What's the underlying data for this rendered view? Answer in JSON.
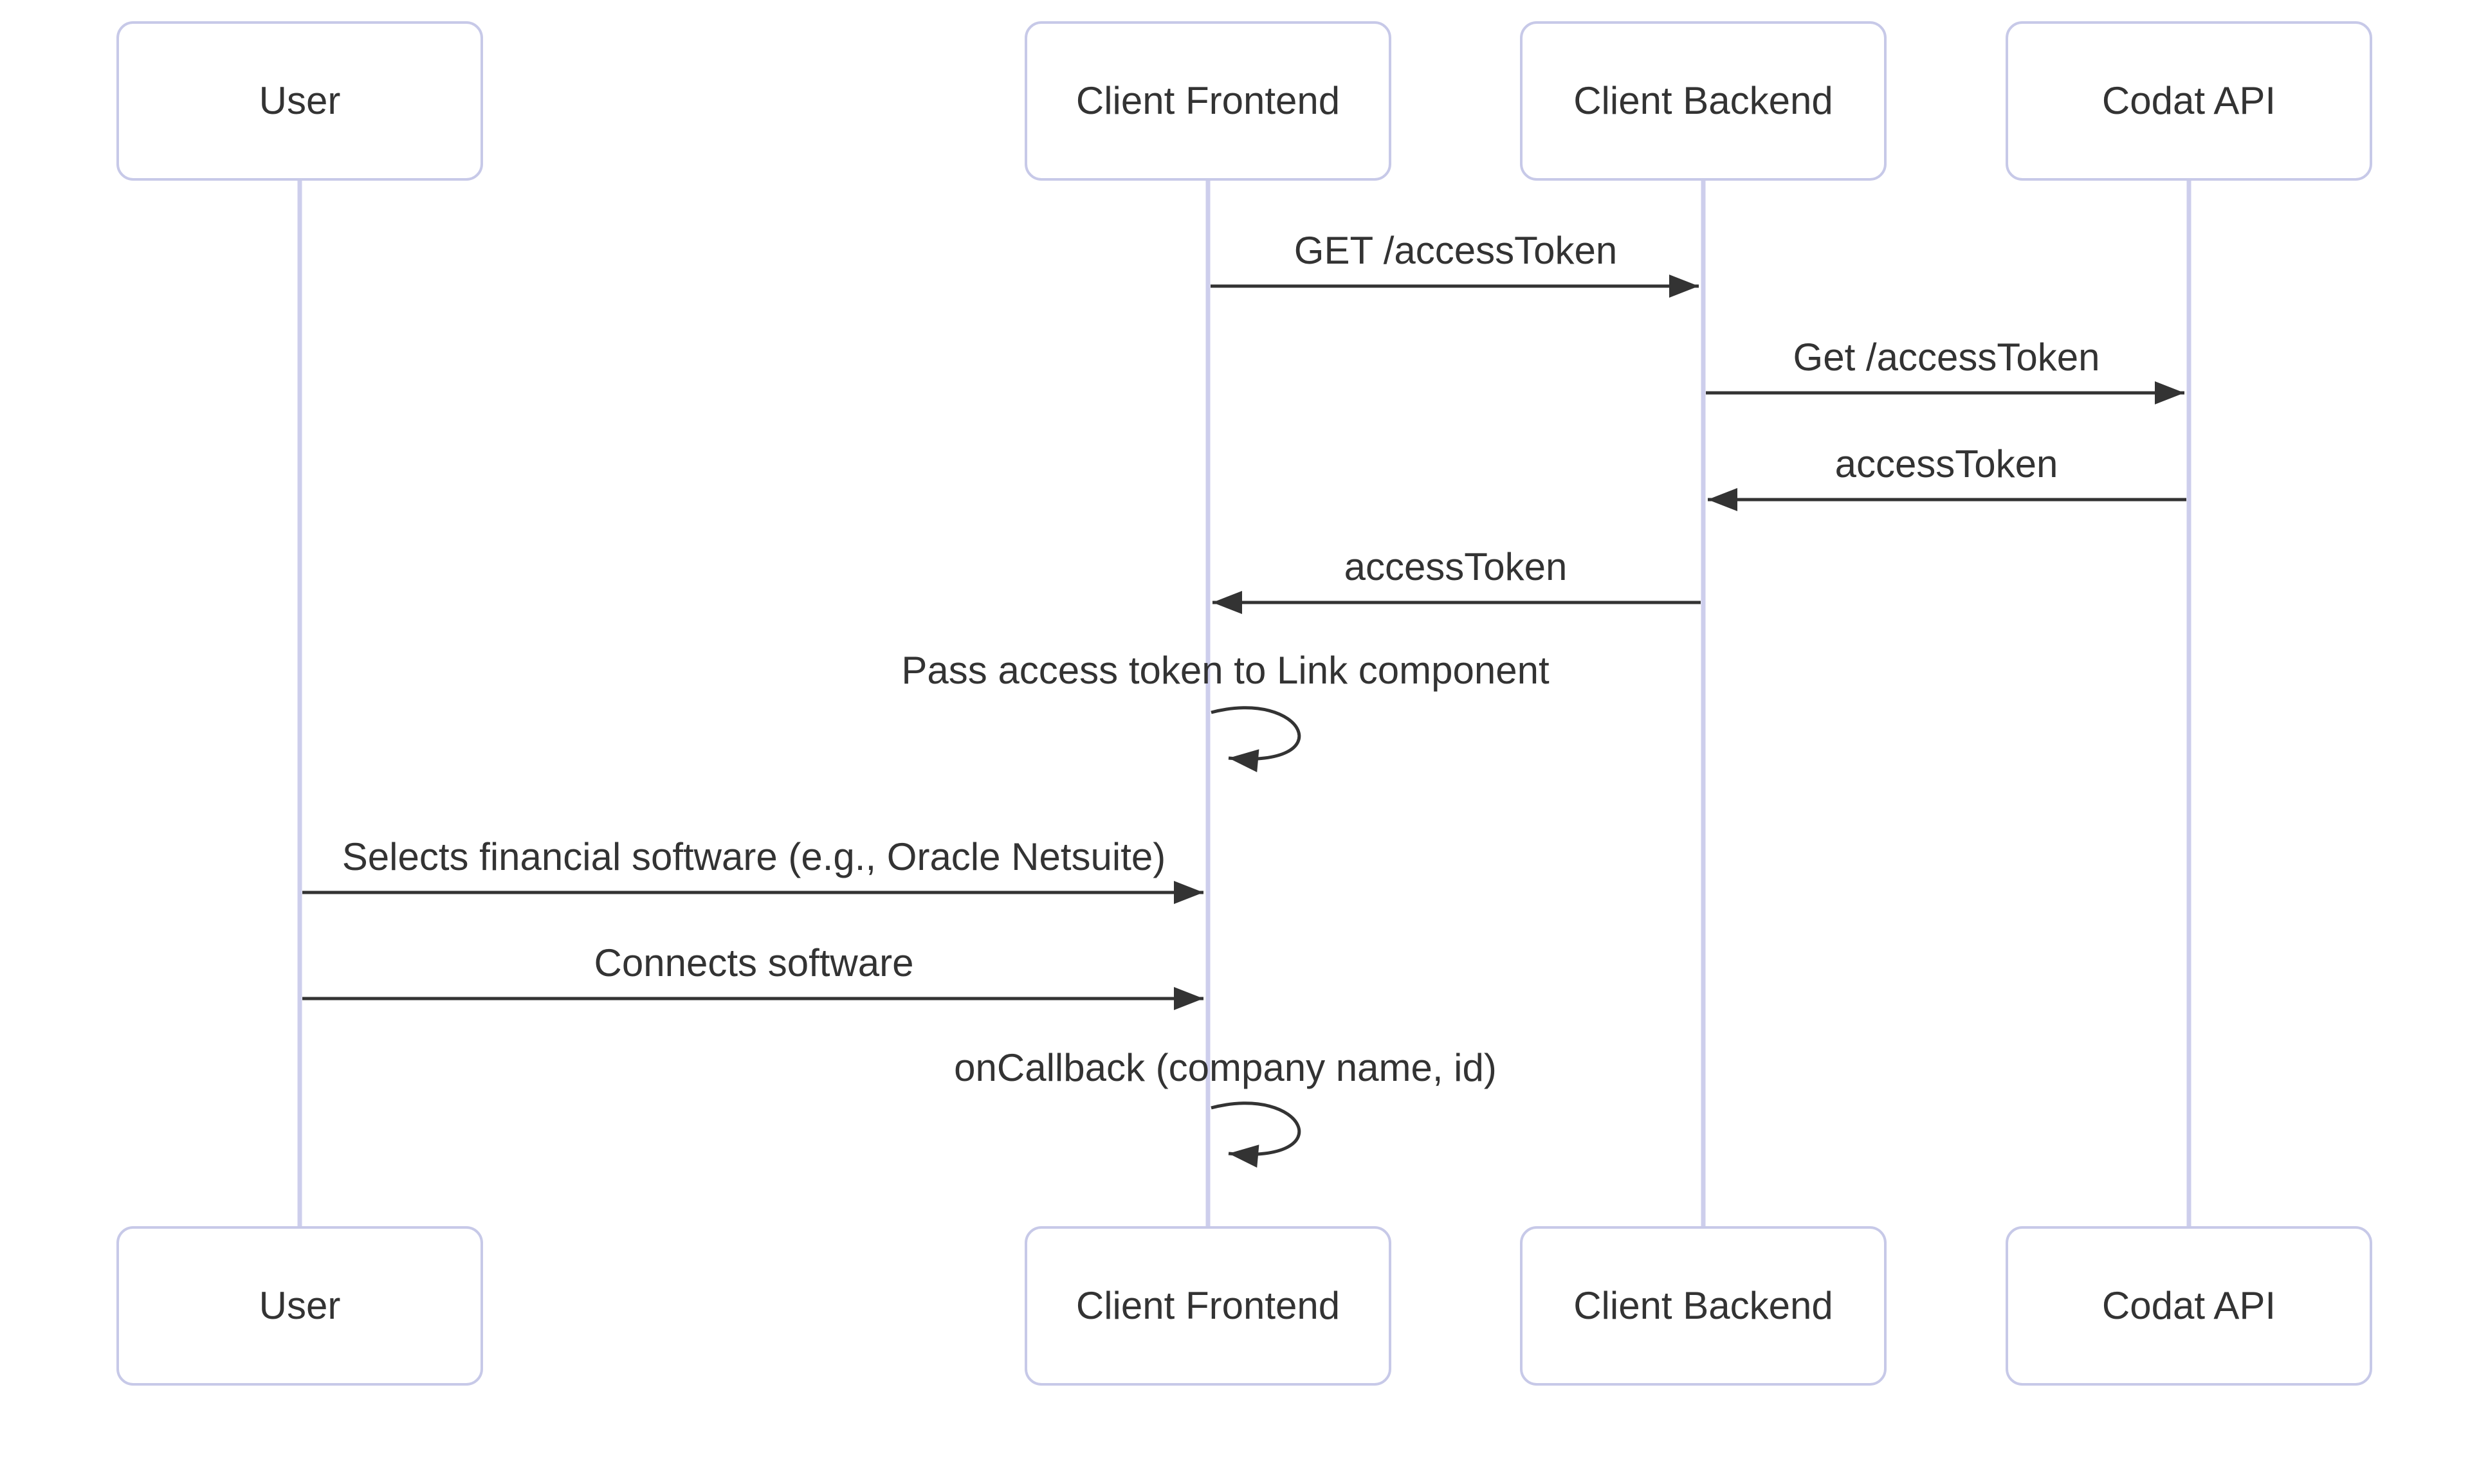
{
  "diagram": {
    "type": "sequence",
    "background": "#ffffff",
    "colors": {
      "actor_fill": "#ffffff",
      "actor_border": "#c7c9e8",
      "lifeline": "#cdceec",
      "text": "#333333",
      "arrow": "#333333"
    },
    "actors": [
      {
        "id": "user",
        "label": "User"
      },
      {
        "id": "client-frontend",
        "label": "Client Frontend"
      },
      {
        "id": "client-backend",
        "label": "Client Backend"
      },
      {
        "id": "codat-api",
        "label": "Codat API"
      }
    ],
    "messages": [
      {
        "from": "client-frontend",
        "to": "client-backend",
        "label": "GET /accessToken",
        "kind": "solid-arrow"
      },
      {
        "from": "client-backend",
        "to": "codat-api",
        "label": "Get /accessToken",
        "kind": "solid-arrow"
      },
      {
        "from": "codat-api",
        "to": "client-backend",
        "label": "accessToken",
        "kind": "solid-arrow"
      },
      {
        "from": "client-backend",
        "to": "client-frontend",
        "label": "accessToken",
        "kind": "solid-arrow"
      },
      {
        "from": "client-frontend",
        "to": "client-frontend",
        "label": "Pass access token to Link component",
        "kind": "self-loop"
      },
      {
        "from": "user",
        "to": "client-frontend",
        "label": "Selects financial software (e.g., Oracle Netsuite)",
        "kind": "solid-arrow"
      },
      {
        "from": "user",
        "to": "client-frontend",
        "label": "Connects software",
        "kind": "solid-arrow"
      },
      {
        "from": "client-frontend",
        "to": "client-frontend",
        "label": "onCallback (company name, id)",
        "kind": "self-loop"
      }
    ]
  }
}
